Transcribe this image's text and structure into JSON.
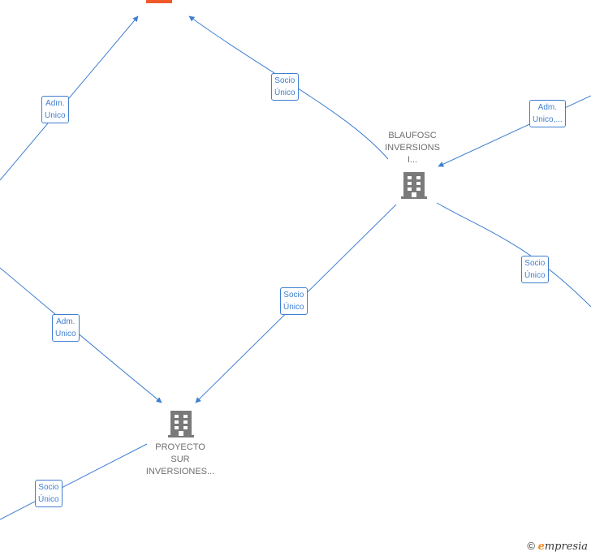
{
  "nodes": {
    "blaufosc": {
      "lines": [
        "BLAUFOSC",
        "INVERSIONS",
        "I..."
      ],
      "icon": "building-icon",
      "color": "#7a7a7a"
    },
    "proyecto": {
      "lines": [
        "PROYECTO",
        "SUR",
        "INVERSIONES..."
      ],
      "icon": "building-icon",
      "color": "#7a7a7a"
    },
    "top_company": {
      "icon": "building-icon",
      "color": "#f05a28"
    }
  },
  "relations": {
    "r1": [
      "Socio",
      "Único"
    ],
    "r2": [
      "Adm.",
      "Unico"
    ],
    "r3": [
      "Adm.",
      "Unico,..."
    ],
    "r4": [
      "Socio",
      "Único"
    ],
    "r5": [
      "Socio",
      "Único"
    ],
    "r6": [
      "Adm.",
      "Unico"
    ],
    "r7": [
      "Socio",
      "Único"
    ]
  },
  "colors": {
    "edge": "#3f7fd1",
    "accent": "#f05a28"
  },
  "watermark": {
    "symbol": "©",
    "brand_initial": "e",
    "brand_rest": "mpresia"
  }
}
